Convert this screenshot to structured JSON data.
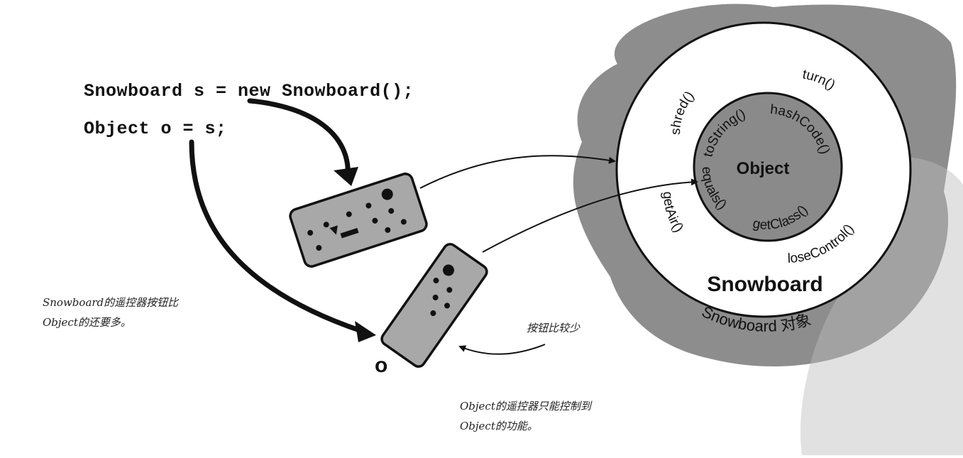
{
  "code": {
    "line1": "Snowboard s = new Snowboard();",
    "line2": "Object o = s;"
  },
  "reference_label": "o",
  "snowboard_object": {
    "class_label": "Snowboard",
    "object_label": "Snowboard 对象",
    "snowboard_methods": [
      "shred()",
      "turn()",
      "getAir()",
      "loseControl()"
    ]
  },
  "object_core": {
    "class_label": "Object",
    "methods": [
      "toString()",
      "hashCode()",
      "equals()",
      "getClass()"
    ]
  },
  "annotations": {
    "snowboard_remote_note": "Snowboard的遥控器按钮比\nObject的还要多。",
    "fewer_buttons_note": "按钮比较少",
    "object_remote_note": "Object的遥控器只能控制到\nObject的功能。"
  },
  "colors": {
    "blob": "#8d8d8d",
    "inner_circle": "#8a8a8a",
    "remote": "#a8a8a8"
  }
}
